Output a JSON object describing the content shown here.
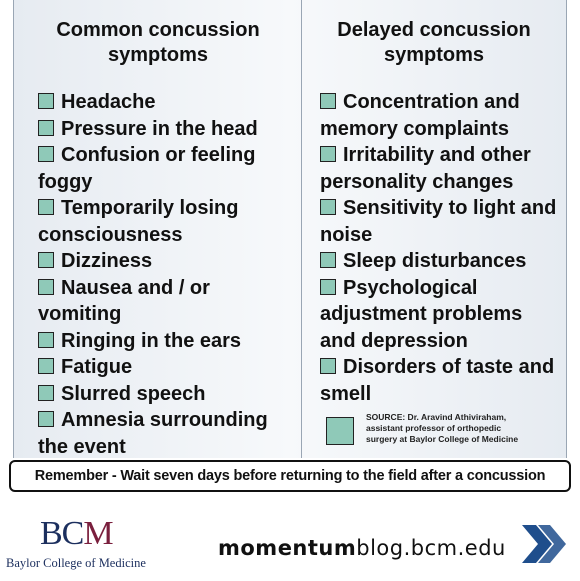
{
  "left_column": {
    "title": "Common concussion symptoms",
    "items": [
      "Headache",
      "Pressure in the head",
      "Confusion or feeling foggy",
      "Temporarily losing consciousness",
      "Dizziness",
      "Nausea and / or vomiting",
      "Ringing in the ears",
      "Fatigue",
      "Slurred speech",
      "Amnesia surrounding the event"
    ]
  },
  "right_column": {
    "title": "Delayed concussion symptoms",
    "items": [
      "Concentration and memory complaints",
      "Irritability and other personality changes",
      "Sensitivity to light and noise",
      "Sleep disturbances",
      "Psychological adjustment problems and depression",
      "Disorders of taste and smell"
    ]
  },
  "source": {
    "line1": "SOURCE: Dr. Aravind Athiviraham,",
    "line2": "assistant professor of orthopedic",
    "line3": "surgery at Baylor College of Medicine"
  },
  "remember": "Remember - Wait seven days before returning to the field after a concussion",
  "footer": {
    "logo_bc": "BC",
    "logo_m": "M",
    "logo_sub": "Baylor College of Medicine",
    "url_bold": "momentum",
    "url_rest": "blog.bcm.edu"
  },
  "colors": {
    "checkbox": "#8fc9b8",
    "bcm_blue": "#1c2f5e",
    "bcm_maroon": "#7a1f3d",
    "arrow_blue": "#1f4e8c"
  }
}
